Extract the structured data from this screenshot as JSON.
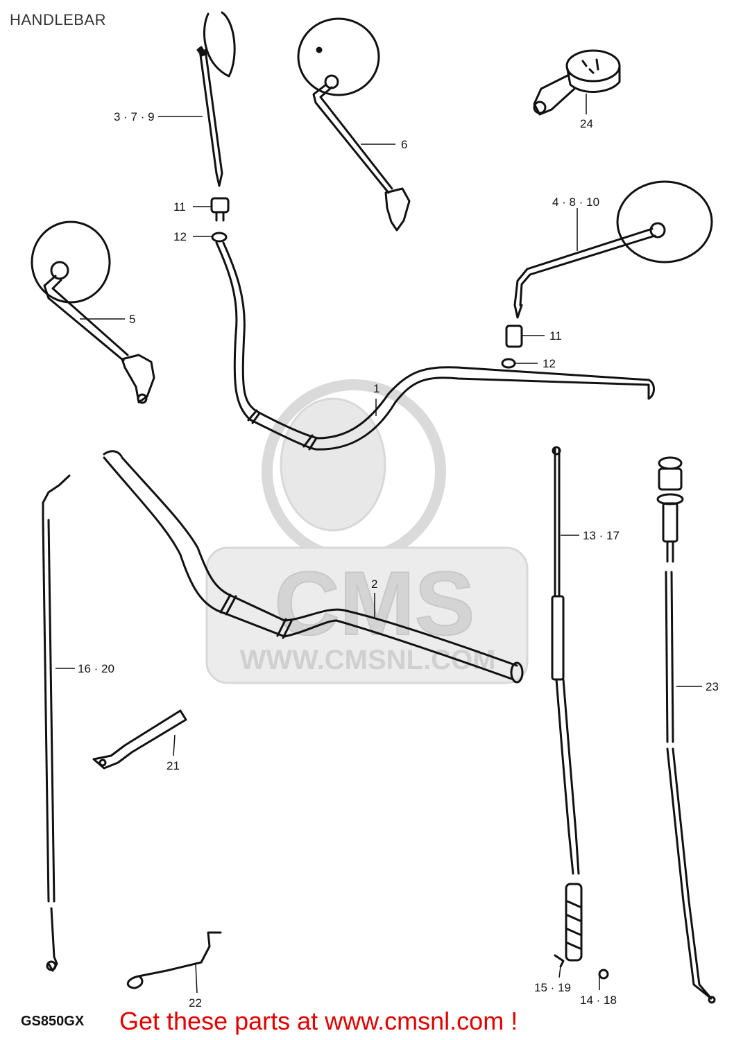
{
  "title": "HANDLEBAR",
  "model": "GS850GX",
  "promo": "Get these parts at www.cmsnl.com !",
  "watermark": {
    "brand": "CMS",
    "url": "WWW.CMSNL.COM"
  },
  "callouts": {
    "c1": "1",
    "c2": "2",
    "c379": "3 · 7 · 9",
    "c4810": "4 · 8 · 10",
    "c5": "5",
    "c6": "6",
    "c11a": "11",
    "c11b": "11",
    "c12a": "12",
    "c12b": "12",
    "c1317": "13 · 17",
    "c1418": "14 · 18",
    "c1519": "15 · 19",
    "c1620": "16 · 20",
    "c21": "21",
    "c22": "22",
    "c23": "23",
    "c24": "24"
  },
  "colors": {
    "line": "#111111",
    "watermark": "#dcdcdc",
    "promo": "#e00000"
  }
}
